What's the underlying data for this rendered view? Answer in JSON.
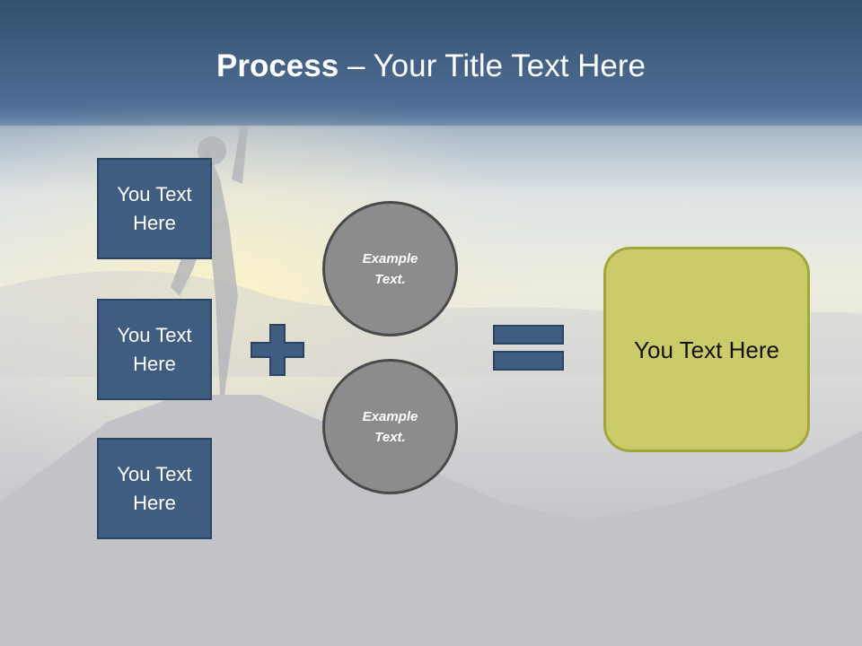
{
  "title": {
    "bold": "Process",
    "rest": " – Your Title Text Here"
  },
  "boxes": [
    {
      "label": "You Text Here"
    },
    {
      "label": "You Text Here"
    },
    {
      "label": "You Text Here"
    }
  ],
  "circles": [
    {
      "label": "Example Text."
    },
    {
      "label": "Example Text."
    }
  ],
  "result": {
    "label": "You Text Here"
  },
  "colors": {
    "title_band": "#4a6a8f",
    "box_fill": "#3f5d80",
    "circle_fill": "#8c8c8c",
    "result_fill": "#cbcb69",
    "result_border": "#a3a63b"
  },
  "operators": {
    "plus_icon": "plus-icon",
    "equals_icon": "equals-icon"
  }
}
